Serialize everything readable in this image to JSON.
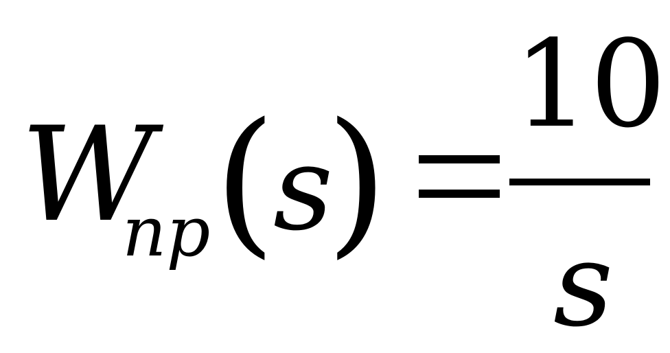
{
  "formula": {
    "lhs_function": "W",
    "lhs_subscript": "np",
    "open_paren": "(",
    "argument": "s",
    "close_paren": ")",
    "numerator": "10",
    "denominator": "s"
  },
  "colors": {
    "ink": "#000000",
    "background": "#ffffff"
  }
}
